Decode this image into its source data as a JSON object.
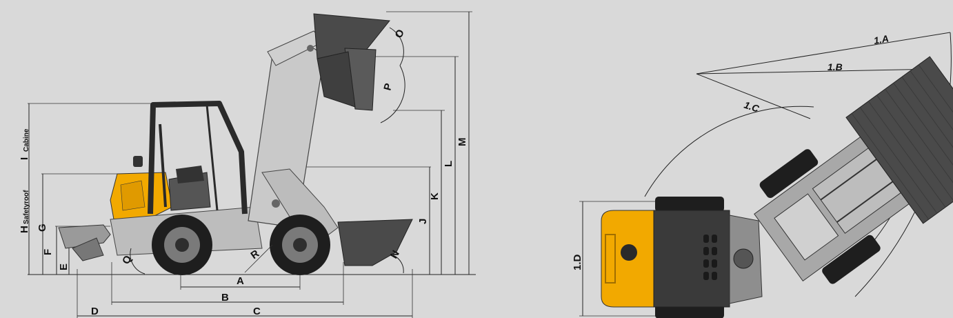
{
  "labels": {
    "A": "A",
    "B": "B",
    "C": "C",
    "D": "D",
    "E": "E",
    "F": "F",
    "G": "G",
    "H": "H",
    "H_sub": "Safetyroof",
    "I": "I",
    "I_sub": "Cabine",
    "J": "J",
    "K": "K",
    "L": "L",
    "M": "M",
    "N": "N",
    "O": "O",
    "P": "P",
    "Q": "Q",
    "R": "R",
    "r1A": "1.A",
    "r1B": "1.B",
    "r1C": "1.C",
    "r1D": "1.D"
  },
  "colors": {
    "background": "#d9d9d9",
    "machine_yellow": "#f2a900",
    "arm_grey": "#c9c9c9",
    "bucket_dark": "#4a4a4a",
    "tyre": "#1e1e1e"
  }
}
